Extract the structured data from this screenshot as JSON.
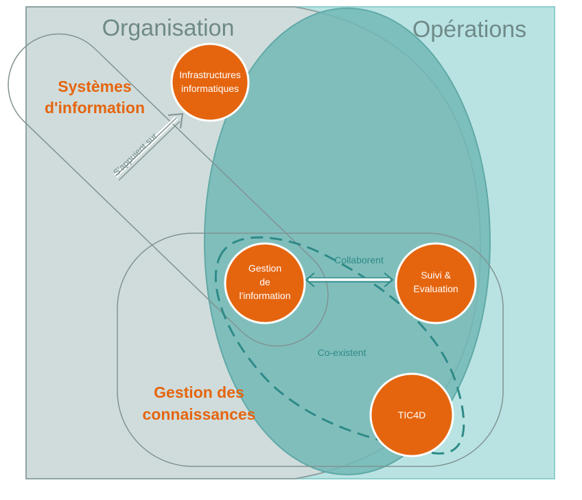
{
  "regions": {
    "organisation": {
      "title": "Organisation",
      "color": "#d0dcdb"
    },
    "operations": {
      "title": "Opérations",
      "color": "#b9e3e2"
    }
  },
  "groups": {
    "systemes_information": {
      "line1": "Systèmes",
      "line2": "d'information"
    },
    "gestion_connaissances": {
      "line1": "Gestion des",
      "line2": "connaissances"
    }
  },
  "nodes": {
    "infrastructures": {
      "line1": "Infrastructures",
      "line2": "informatiques"
    },
    "gestion_information": {
      "line1": "Gestion",
      "line2": "de",
      "line3": "l'information"
    },
    "suivi_evaluation": {
      "line1": "Suivi &",
      "line2": "Evaluation"
    },
    "tic4d": {
      "line1": "TIC4D"
    }
  },
  "relations": {
    "appuient": "S'appuient sur",
    "collaborent": "Collaborent",
    "coexistent": "Co-existent"
  },
  "colors": {
    "node": "#e5650f",
    "ellipse": "#72b8b6",
    "dashed": "#2d8a87",
    "outline": "#7f9391"
  }
}
